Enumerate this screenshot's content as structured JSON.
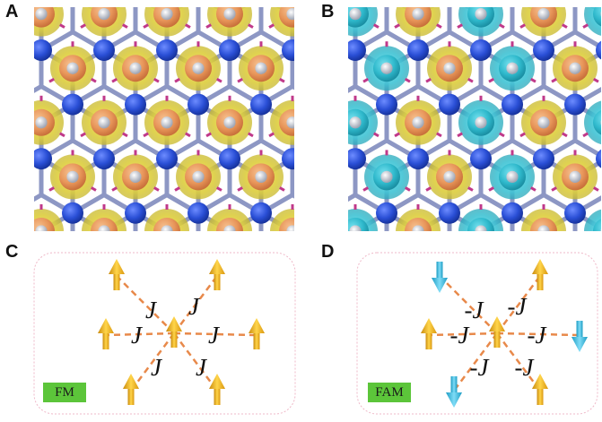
{
  "panels": {
    "a": {
      "letter": "A"
    },
    "b": {
      "letter": "B"
    },
    "c": {
      "letter": "C",
      "badge": "FM",
      "center_spin": "up",
      "outer_spins": [
        "up",
        "up",
        "up",
        "up",
        "up",
        "up"
      ],
      "coupling_labels": [
        "J",
        "J",
        "J",
        "J",
        "J",
        "J"
      ]
    },
    "d": {
      "letter": "D",
      "badge": "FAM",
      "center_spin": "up",
      "outer_spins": [
        "down",
        "up",
        "up",
        "down",
        "down",
        "up"
      ],
      "coupling_labels": [
        "-J",
        "-J",
        "-J",
        "-J",
        "-J",
        "-J"
      ]
    }
  },
  "colors": {
    "n_atom": "#2a4fd6",
    "bond": "#8d97c4",
    "small_atom": "#c9cdd6",
    "pink_bond": "#c0398a",
    "orange_atom": "#e8965a",
    "yellow_halo": "#d9cc3a",
    "cyan_atom": "#2fb9cc",
    "spin_up": "#f2b31c",
    "spin_down": "#33bfe6",
    "dash": "#e8894a",
    "badge": "#5cc53a"
  },
  "icons": [
    "spin-up-arrow-icon",
    "spin-down-arrow-icon"
  ]
}
